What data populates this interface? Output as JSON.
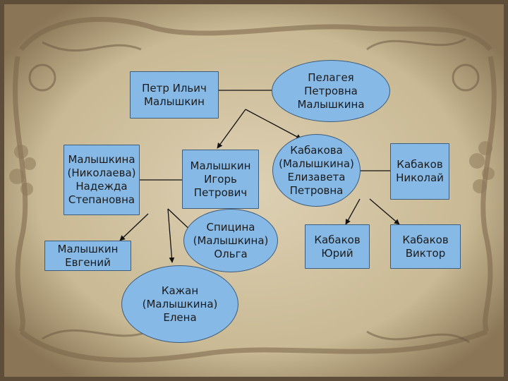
{
  "persons": {
    "petr": "Петр Ильич\nМалышкин",
    "pelageya": "Пелагея\nПетровна\nМалышкина",
    "nadezhda": "Малышкина\n(Николаева)\nНадежда\nСтепановна",
    "igor": "Малышкин\nИгорь\nПетрович",
    "elizaveta": "Кабакова\n(Малышкина)\nЕлизавета\nПетровна",
    "nikolai": "Кабаков\nНиколай",
    "evgeniy": "Малышкин\nЕвгений",
    "olga": "Спицина\n(Малышкина)\nОльга",
    "yuriy": "Кабаков\nЮрий",
    "viktor": "Кабаков\nВиктор",
    "elena": "Кажан\n(Малышкина)\nЕлена"
  },
  "colors": {
    "node_fill": "#87b9e6",
    "node_border": "#3d5d7c",
    "parchment": "#d9c9a8",
    "line": "#111111"
  }
}
